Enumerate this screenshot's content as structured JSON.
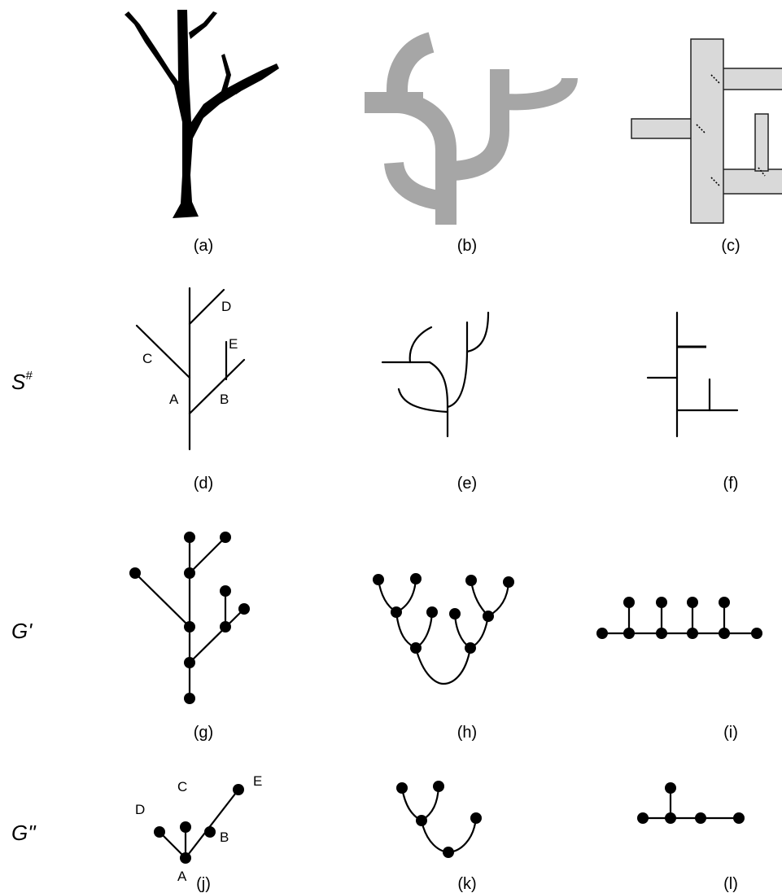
{
  "panels": {
    "a": {
      "caption": "(a)"
    },
    "b": {
      "caption": "(b)"
    },
    "c": {
      "caption": "(c)"
    },
    "d": {
      "caption": "(d)",
      "labels": {
        "A": "A",
        "B": "B",
        "C": "C",
        "D": "D",
        "E": "E"
      }
    },
    "e": {
      "caption": "(e)"
    },
    "f": {
      "caption": "(f)"
    },
    "g": {
      "caption": "(g)"
    },
    "h": {
      "caption": "(h)"
    },
    "i": {
      "caption": "(i)"
    },
    "j": {
      "caption": "(j)",
      "labels": {
        "A": "A",
        "B": "B",
        "C": "C",
        "D": "D",
        "E": "E"
      }
    },
    "k": {
      "caption": "(k)"
    },
    "l": {
      "caption": "(l)"
    }
  },
  "row_labels": {
    "s_sharp": {
      "base": "S",
      "sup": "#"
    },
    "g_prime": "G'",
    "g_double_prime": "G\""
  },
  "colors": {
    "ink": "#000000",
    "shape_gray": "#a6a6a6",
    "rect_fill": "#d9d9d9"
  }
}
